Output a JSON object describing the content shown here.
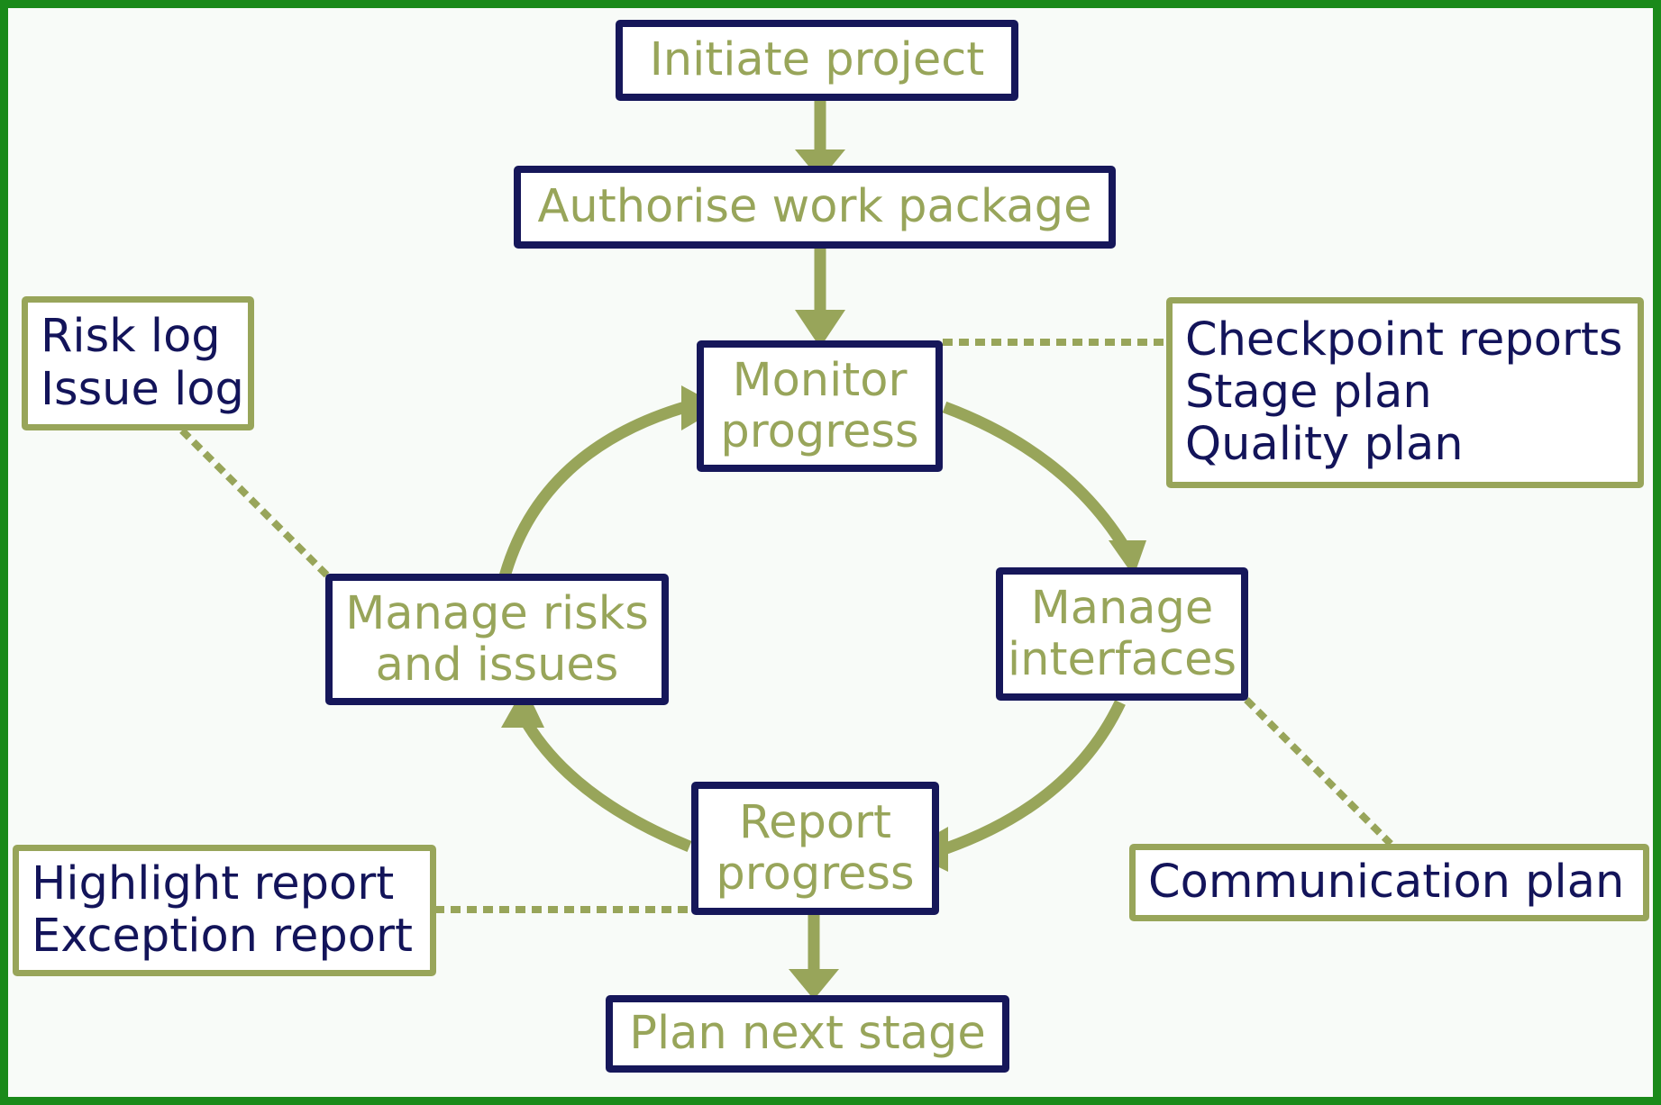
{
  "colors": {
    "frame": "#1a8a1a",
    "background": "#f8fbf8",
    "step_border": "#16175a",
    "step_text": "#98a55a",
    "doc_border": "#98a55a",
    "doc_text": "#13145a",
    "arrow": "#98a55a",
    "dotted_link": "#98a55a"
  },
  "steps": {
    "initiate": [
      "Initiate project"
    ],
    "authorise": [
      "Authorise work package"
    ],
    "monitor": [
      "Monitor",
      "progress"
    ],
    "interfaces": [
      "Manage",
      "interfaces"
    ],
    "report": [
      "Report",
      "progress"
    ],
    "risks": [
      "Manage risks",
      "and issues"
    ],
    "plan_next": [
      "Plan next stage"
    ]
  },
  "documents": {
    "risk_issue": [
      "Risk log",
      "Issue log"
    ],
    "checkpoint": [
      "Checkpoint reports",
      "Stage plan",
      "Quality plan"
    ],
    "communication": [
      "Communication plan"
    ],
    "highlight": [
      "Highlight report",
      "Exception report"
    ]
  }
}
